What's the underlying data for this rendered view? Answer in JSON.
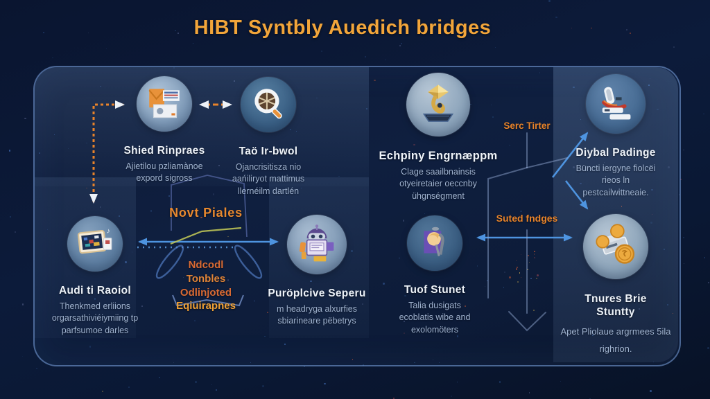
{
  "header": {
    "title": "HIBT Syntbly Auedich bridges"
  },
  "nodes": [
    {
      "title": "Shied Rinpraes",
      "subtitle": "Ajietilou pzliamànoe expord sigross",
      "icon": "documents-icon"
    },
    {
      "title": "Taö Ir-bwol",
      "subtitle": "Ojancrisitisza nio aańiliryot mattimus llernéilm dartlén",
      "icon": "magnifier-icon"
    },
    {
      "title": "Echpiny Engrnæppm",
      "subtitle": "Clage saailbnainsis otyeiretaier oeccnby ühgnségment",
      "icon": "trophy-icon"
    },
    {
      "title": "Diybal Padinge",
      "subtitle": "Büncti iergyne fiolcëi rieos ln pestcailwittneaie.",
      "icon": "machine-icon"
    },
    {
      "title": "Audi ti Raoiol",
      "subtitle": "Thenkmed erliions orgarsathiviéiymiing tp parfsumoe darles",
      "icon": "tablet-icon"
    },
    {
      "title": "Puröplcive Seperu",
      "subtitle": "m headryga alxurfies sbiarineare pëbetrys",
      "icon": "robot-icon"
    },
    {
      "title": "Tuof Stunet",
      "subtitle": "Talia dusigats ecoblatis wibe and exolomöters",
      "icon": "person-icon"
    },
    {
      "title": "Tnures Brie Stuntty",
      "subtitle": "Apet Pliolaue argrmees 5ila righrion.",
      "icon": "coins-icon"
    }
  ],
  "labels": {
    "novt_piales": "Novt Piales",
    "serc_tirter": "Serc Tirter",
    "suted_fndges": "Suted fndges",
    "center_stack": [
      "Ndcodl",
      "Tonbles",
      "Odlinjoted",
      "Eqiuirapnes"
    ]
  },
  "colors": {
    "title_orange": "#f2a53a",
    "accent_orange": "#e8832a",
    "arrow_blue": "#4e94e0",
    "dashed_orange": "#e8832a",
    "background_navy": "#0b1732",
    "panel_blue": "#3c5f8a",
    "node_title": "#eef3f9",
    "node_subtitle": "#9fb2ce",
    "wireframe_blue": "#8aa8d8",
    "yellow_line": "#bbc255"
  }
}
